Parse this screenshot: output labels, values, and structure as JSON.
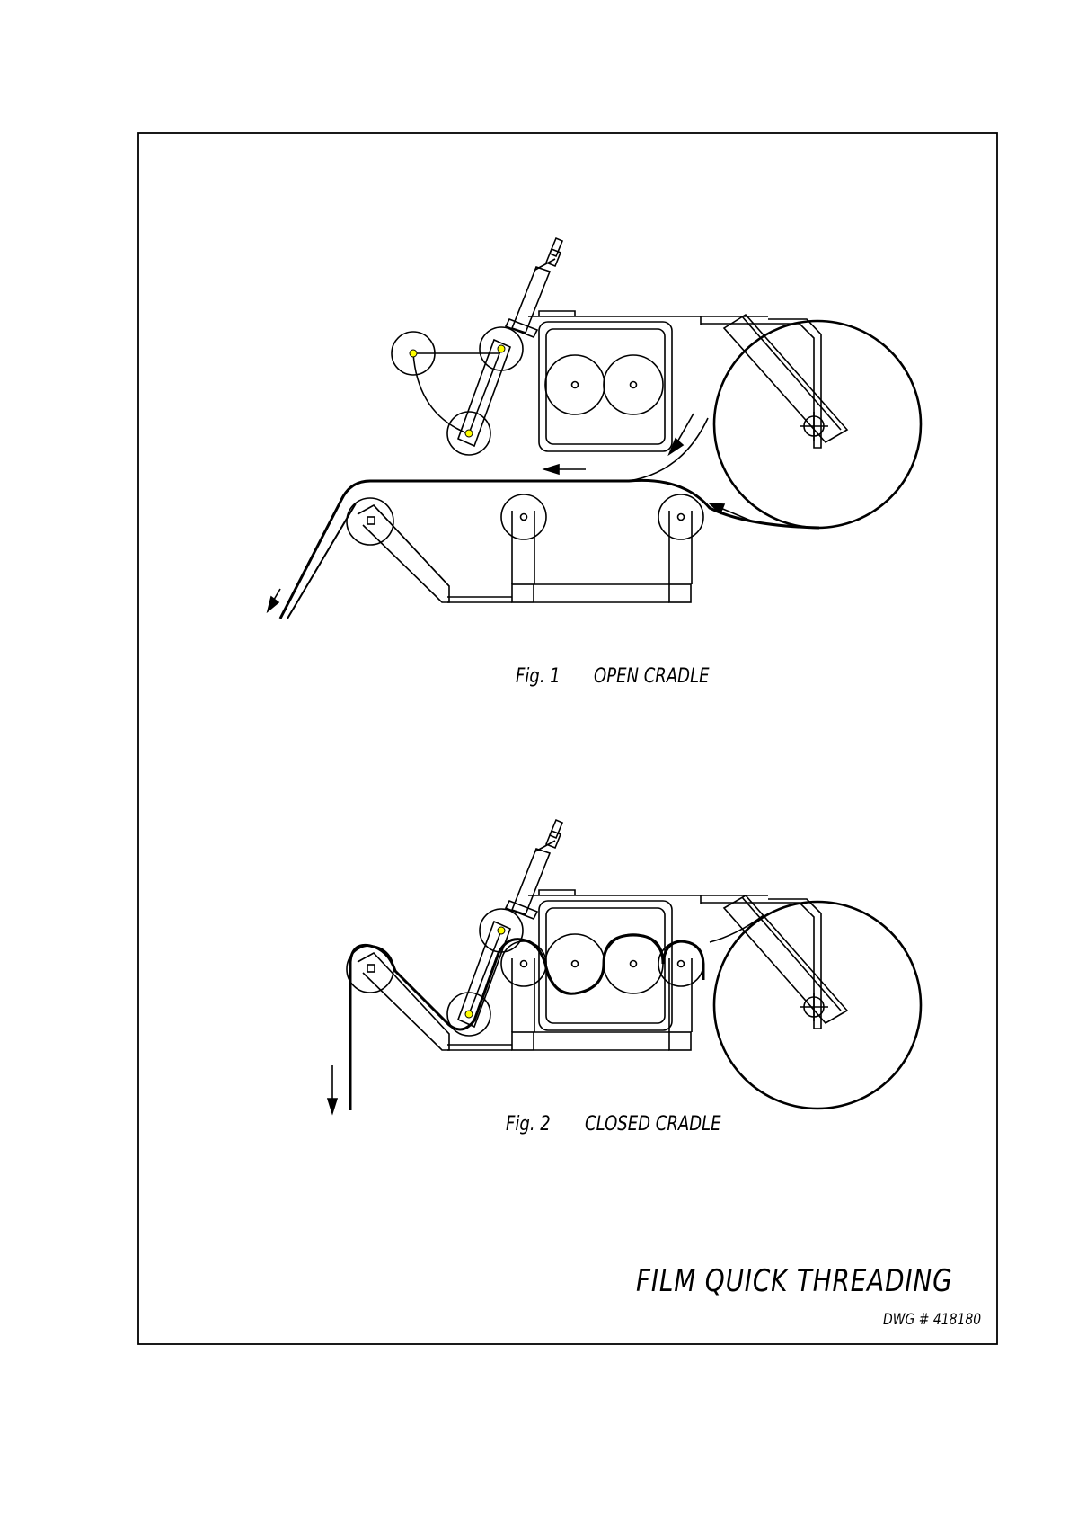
{
  "sheet": {
    "stroke_color": "#000000",
    "pin_color": "#ffff00"
  },
  "figures": [
    {
      "number": "Fig. 1",
      "caption": "OPEN CRADLE"
    },
    {
      "number": "Fig. 2",
      "caption": "CLOSED CRADLE"
    }
  ],
  "title_block": {
    "title": "FILM QUICK THREADING",
    "drawing_number": "DWG # 418180"
  }
}
